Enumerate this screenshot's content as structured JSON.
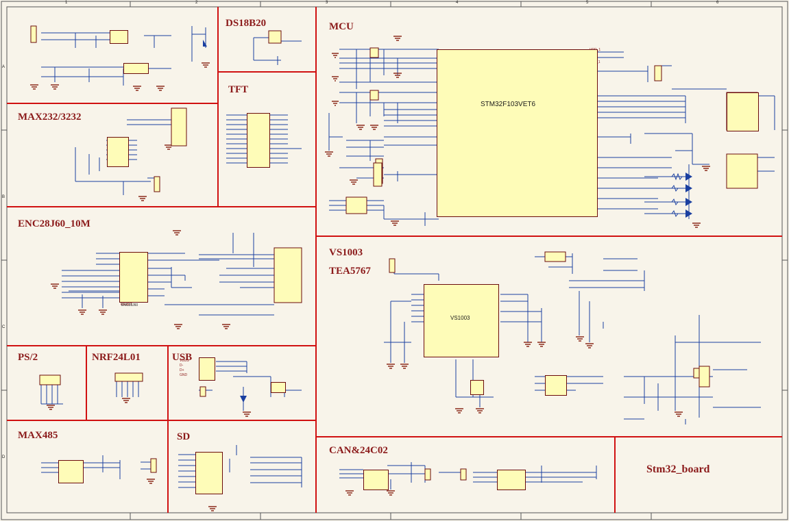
{
  "sheet": {
    "title": "Stm32_board",
    "colors": {
      "background": "#f8f4ea",
      "border": "#d01010",
      "wire": "#1a3fa0",
      "label": "#8b1a1a",
      "ic_fill": "#fefcb8",
      "ground": "#8a2a1a"
    }
  },
  "sections": {
    "ds18b20": "DS18B20",
    "tft": "TFT",
    "mcu": "MCU",
    "max232": "MAX232/3232",
    "enc28j60": "ENC28J60_10M",
    "vs1003": "VS1003",
    "tea5767": "TEA5767",
    "ps2": "PS/2",
    "nrf24l01": "NRF24L01",
    "usb": "USB",
    "max485": "MAX485",
    "sd": "SD",
    "can_24c02": "CAN&24C02",
    "board": "Stm32_board"
  },
  "components": {
    "mcu_chip": "STM32F103VET6",
    "vs1003_chip": "VS1003",
    "enc_chip": "ENC28J60"
  },
  "ruler": {
    "top": [
      "1",
      "2",
      "3",
      "4",
      "5",
      "6"
    ],
    "side": [
      "A",
      "B",
      "C",
      "D"
    ]
  }
}
